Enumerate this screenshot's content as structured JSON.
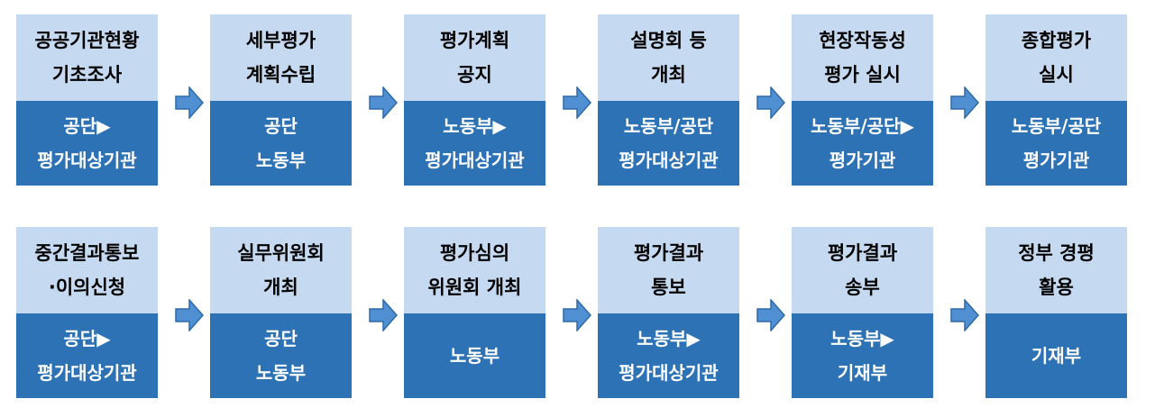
{
  "colors": {
    "header_bg": "#c5d9f1",
    "body_bg": "#2e72b6",
    "arrow_fill": "#4f8fd2",
    "arrow_stroke": "#2f6aa8"
  },
  "rows": [
    [
      {
        "title": [
          "공공기관현황",
          "기초조사"
        ],
        "actor": [
          "공단▶",
          "평가대상기관"
        ]
      },
      {
        "title": [
          "세부평가",
          "계획수립"
        ],
        "actor": [
          "공단",
          "노동부"
        ]
      },
      {
        "title": [
          "평가계획",
          "공지"
        ],
        "actor": [
          "노동부▶",
          "평가대상기관"
        ]
      },
      {
        "title": [
          "설명회 등",
          "개최"
        ],
        "actor": [
          "노동부/공단",
          "평가대상기관"
        ]
      },
      {
        "title": [
          "현장작동성",
          "평가 실시"
        ],
        "actor": [
          "노동부/공단▶",
          "평가기관"
        ]
      },
      {
        "title": [
          "종합평가",
          "실시"
        ],
        "actor": [
          "노동부/공단",
          "평가기관"
        ]
      }
    ],
    [
      {
        "title": [
          "중간결과통보",
          "·이의신청"
        ],
        "actor": [
          "공단▶",
          "평가대상기관"
        ]
      },
      {
        "title": [
          "실무위원회",
          "개최"
        ],
        "actor": [
          "공단",
          "노동부"
        ]
      },
      {
        "title": [
          "평가심의",
          "위원회 개최"
        ],
        "actor": [
          "노동부"
        ]
      },
      {
        "title": [
          "평가결과",
          "통보"
        ],
        "actor": [
          "노동부▶",
          "평가대상기관"
        ]
      },
      {
        "title": [
          "평가결과",
          "송부"
        ],
        "actor": [
          "노동부▶",
          "기재부"
        ]
      },
      {
        "title": [
          "정부 경평",
          "활용"
        ],
        "actor": [
          "기재부"
        ]
      }
    ]
  ]
}
